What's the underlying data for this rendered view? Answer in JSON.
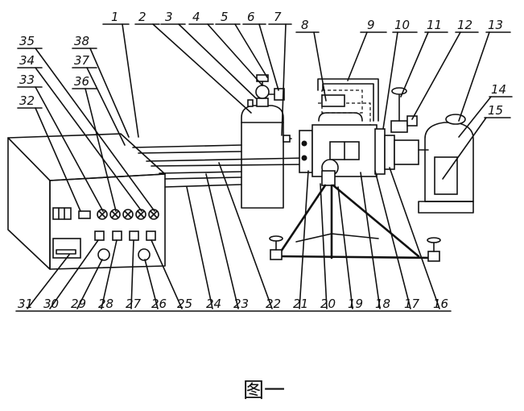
{
  "caption": "图一",
  "labels_top": [
    "1",
    "2",
    "3",
    "4",
    "5",
    "6",
    "7",
    "8",
    "9",
    "10",
    "11",
    "12",
    "13",
    "14",
    "15"
  ],
  "labels_left": [
    "35",
    "34",
    "33",
    "32",
    "38",
    "37",
    "36"
  ],
  "labels_bottom": [
    "31",
    "30",
    "29",
    "28",
    "27",
    "26",
    "25",
    "24",
    "23",
    "22",
    "21",
    "20",
    "19",
    "18",
    "17",
    "16"
  ]
}
